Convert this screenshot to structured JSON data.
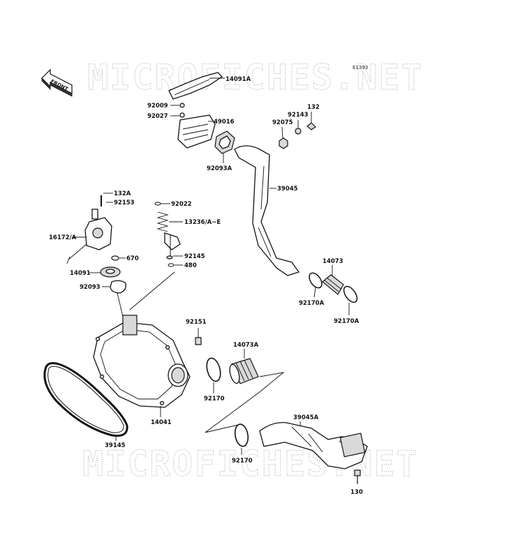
{
  "watermark": "MICROFICHES.NET",
  "diagram_code": "E1393",
  "front_label": "FRONT",
  "labels": {
    "l14091A": "14091A",
    "l92009": "92009",
    "l92027": "92027",
    "l49016": "49016",
    "l92093A": "92093A",
    "l92143": "92143",
    "l132": "132",
    "l92075": "92075",
    "l39045": "39045",
    "l132A": "132A",
    "l92153": "92153",
    "l92022": "92022",
    "l13236": "13236/A~E",
    "l16172A": "16172/A",
    "l92145": "92145",
    "l670": "670",
    "l480": "480",
    "l14091": "14091",
    "l92093": "92093",
    "l14073": "14073",
    "l92170A_left": "92170A",
    "l92170A_right": "92170A",
    "l92151": "92151",
    "l14073A": "14073A",
    "l92170_top": "92170",
    "l14041": "14041",
    "l39145": "39145",
    "l39045A": "39045A",
    "l92170_bottom": "92170",
    "l130": "130"
  }
}
